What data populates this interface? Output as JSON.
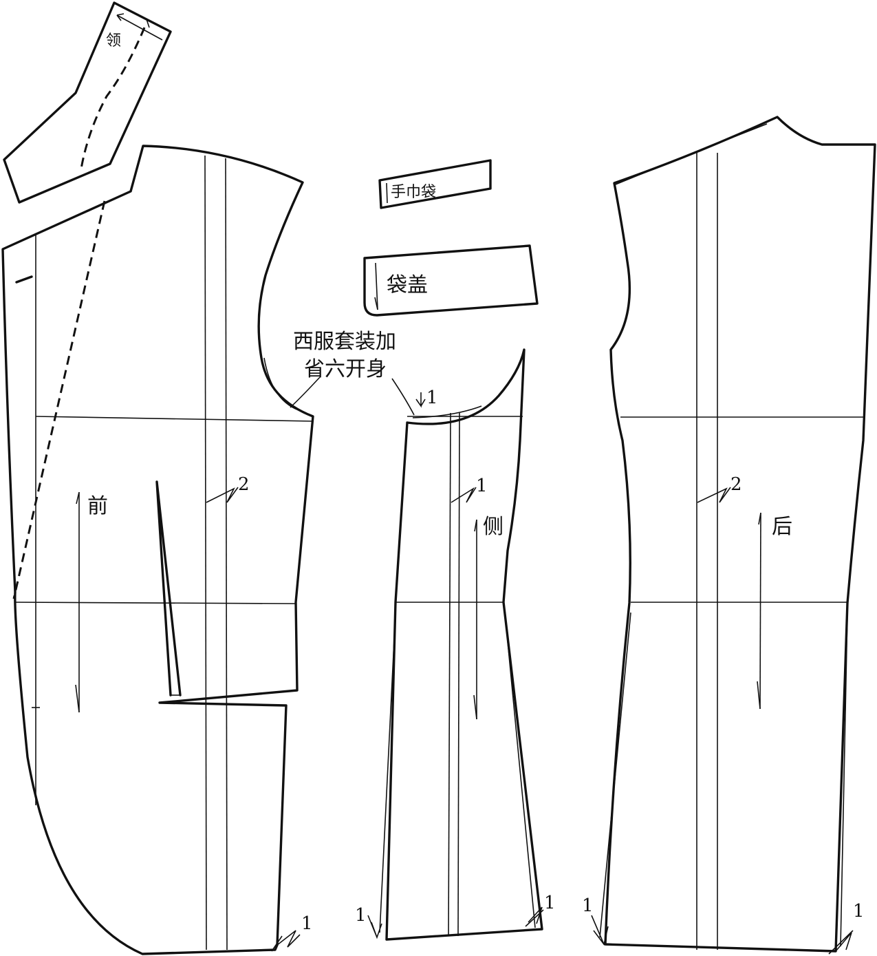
{
  "title": [
    "西服套装加",
    "省六开身"
  ],
  "pieces": {
    "collar": "领",
    "front": "前",
    "side": "侧",
    "back": "后",
    "handkerchief_pocket": "手巾袋",
    "pocket_flap": "袋盖"
  },
  "marks": {
    "front_dart": "2",
    "front_hem": "1",
    "side_armhole": "1",
    "side_panel": "1",
    "side_hem_left": "1",
    "side_hem_right": "1",
    "back_dart": "2",
    "back_hem_left": "1",
    "back_hem_right": "1"
  },
  "colors": {
    "line": "#111111",
    "background": "#ffffff"
  }
}
